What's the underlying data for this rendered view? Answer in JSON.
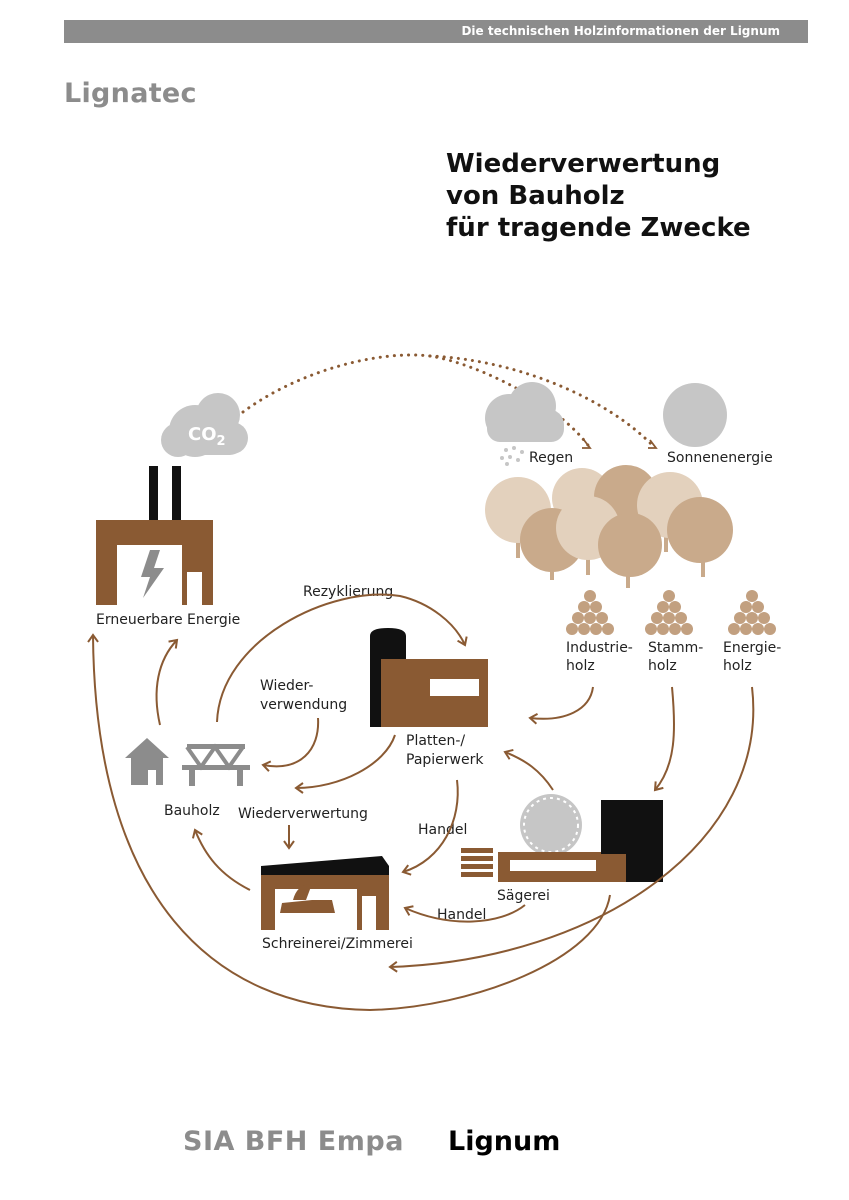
{
  "header": {
    "series_label": "Die technischen Holzinformationen der Lignum",
    "brand": "Lignatec"
  },
  "title": {
    "line1": "Wiederverwertung",
    "line2": "von Bauholz",
    "line3": "für tragende Zwecke"
  },
  "diagram": {
    "co2": {
      "main": "CO",
      "sub": "2"
    },
    "labels": {
      "rain": "Regen",
      "solar": "Sonnenenergie",
      "renewable": "Erneuerbare Energie",
      "recycling": "Rezyklierung",
      "industrial_1": "Industrie-",
      "industrial_2": "holz",
      "log_1": "Stamm-",
      "log_2": "holz",
      "energy_1": "Energie-",
      "energy_2": "holz",
      "reuse_1": "Wieder-",
      "reuse_2": "verwendung",
      "board_1": "Platten-/",
      "board_2": "Papierwerk",
      "timber": "Bauholz",
      "recovery": "Wiederverwertung",
      "trade_1": "Handel",
      "sawmill": "Sägerei",
      "trade_2": "Handel",
      "joinery": "Schreinerei/Zimmerei"
    },
    "colors": {
      "brown": "#8a5a33",
      "grey": "#8c8c8c",
      "light_grey": "#c6c6c6",
      "black": "#111111",
      "tree_light": "#e3d1bd",
      "tree_mid": "#c9aa8b",
      "log": "#c2a080"
    },
    "icons": [
      "co2-cloud-icon",
      "rain-cloud-icon",
      "sun-icon",
      "forest-icon",
      "log-pile-icon",
      "power-plant-icon",
      "lightning-icon",
      "board-mill-icon",
      "house-icon",
      "bridge-truss-icon",
      "sawmill-icon",
      "saw-blade-icon",
      "joinery-workshop-icon",
      "plane-tool-icon"
    ]
  },
  "footer": {
    "partners": "SIA BFH Empa",
    "publisher": "Lignum"
  }
}
